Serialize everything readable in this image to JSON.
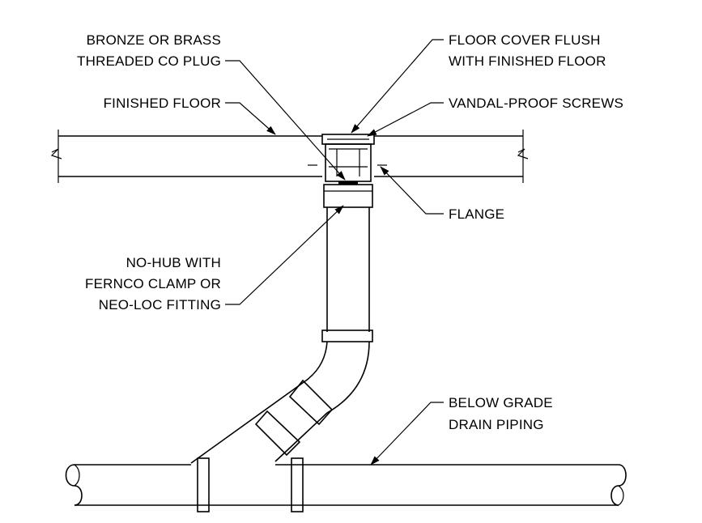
{
  "labels": {
    "plug_line1": "BRONZE OR BRASS",
    "plug_line2": "THREADED CO PLUG",
    "finished_floor": "FINISHED FLOOR",
    "cover_line1": "FLOOR COVER FLUSH",
    "cover_line2": "WITH FINISHED FLOOR",
    "screws": "VANDAL-PROOF SCREWS",
    "flange": "FLANGE",
    "nohub_line1": "NO-HUB WITH",
    "nohub_line2": "FERNCO CLAMP OR",
    "nohub_line3": "NEO-LOC FITTING",
    "drain_line1": "BELOW GRADE",
    "drain_line2": "DRAIN PIPING"
  }
}
